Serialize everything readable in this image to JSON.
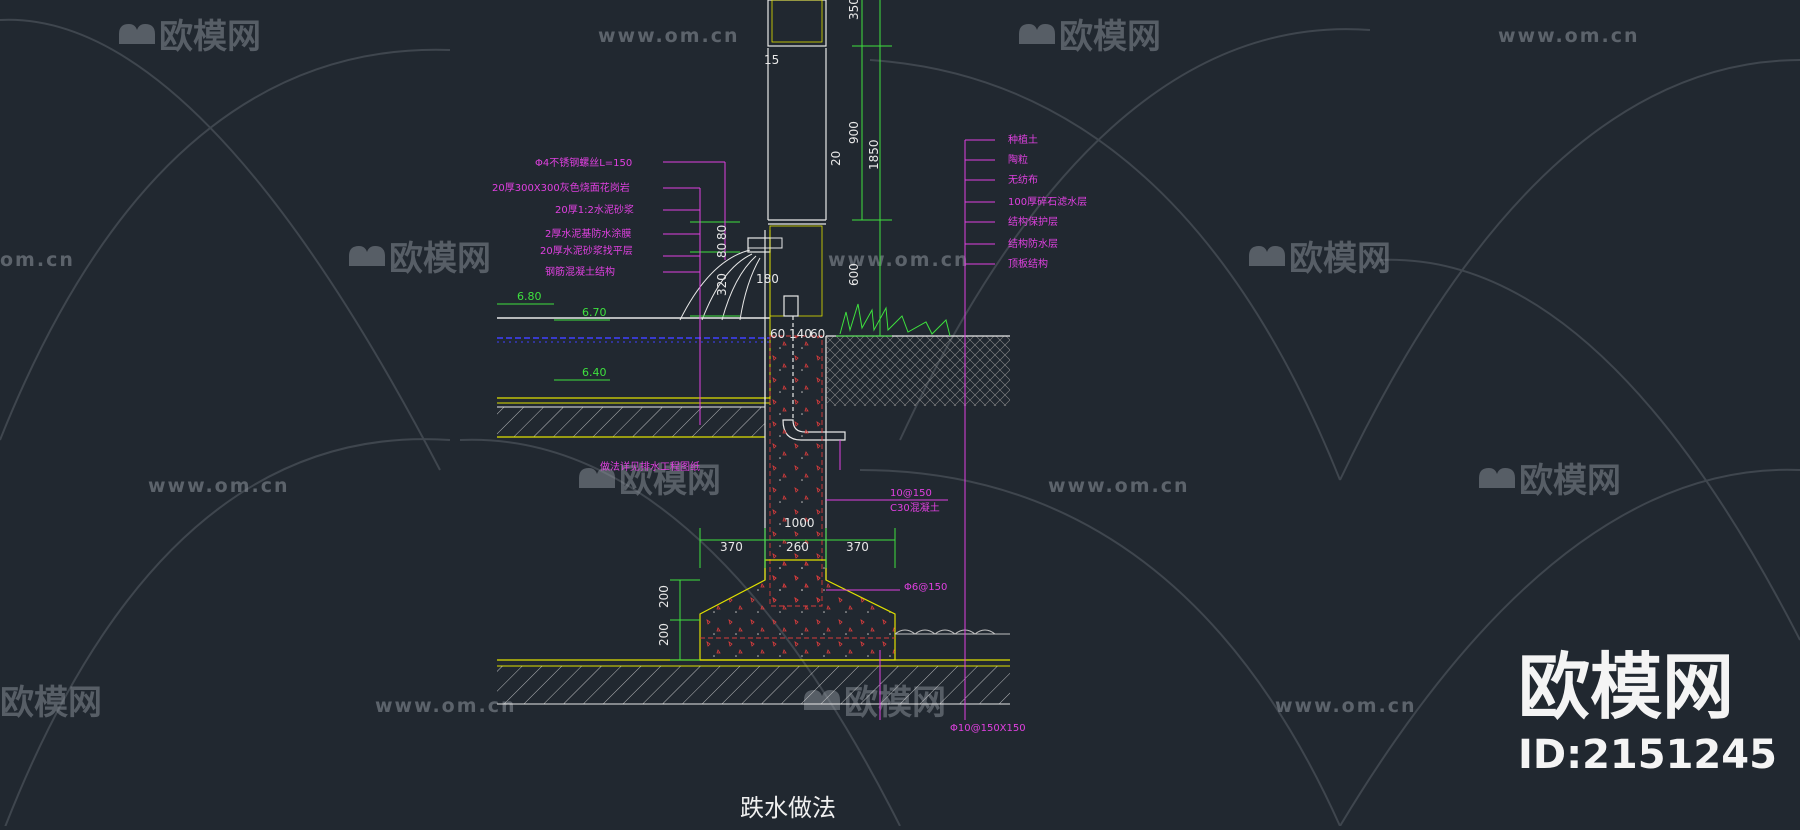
{
  "watermark": {
    "brand": "欧模网",
    "url": "www.om.cn",
    "url_partial": "om.cn",
    "brand_partial": "欧模网"
  },
  "brand_block": {
    "brand": "欧模网",
    "id": "ID:2151245"
  },
  "drawing": {
    "title": "跌水做法",
    "left_labels": [
      "Φ4不锈钢螺丝L=150",
      "20厚300X300灰色烧面花岗岩",
      "20厚1:2水泥砂浆",
      "2厚水泥基防水涂膜",
      "20厚水泥砂浆找平层",
      "钢筋混凝土结构"
    ],
    "right_labels": [
      "种植土",
      "陶粒",
      "无纺布",
      "100厚碎石滤水层",
      "结构保护层",
      "结构防水层",
      "顶板结构"
    ],
    "elevations": [
      "6.80",
      "6.70",
      "6.40"
    ],
    "wall_dims": [
      "350",
      "15",
      "900",
      "20",
      "1850",
      "600"
    ],
    "top_dims": [
      "80",
      "80",
      "320",
      "180"
    ],
    "wall_widths": [
      "60",
      "140",
      "60"
    ],
    "rebar": [
      "10@150",
      "C30混凝土",
      "Φ6@150",
      "Φ10@150X150"
    ],
    "footing_total": "1000",
    "footing_dims": [
      "370",
      "260",
      "370"
    ],
    "footing_heights": [
      "200",
      "200"
    ],
    "note": "做法详见排水工程图纸"
  }
}
